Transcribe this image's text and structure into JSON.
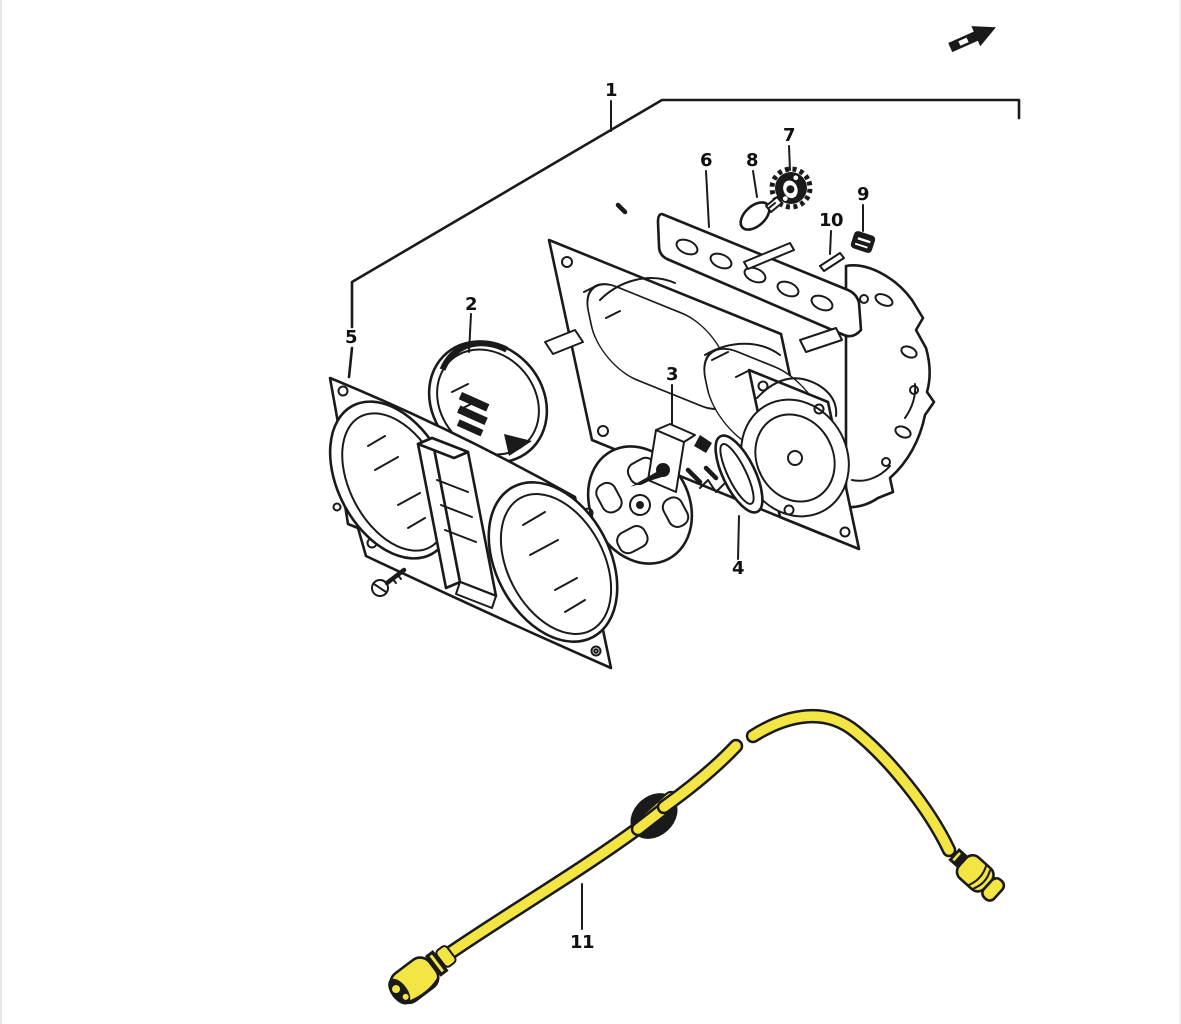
{
  "colors": {
    "background": "#ffffff",
    "ink": "#1a1a1a",
    "cable_yellow": "#f3e544"
  },
  "diagram": {
    "kind": "exploded-parts-diagram",
    "direction_arrow_icon": "direction-arrow",
    "callouts": [
      {
        "label": "1",
        "part": "meter-assembly"
      },
      {
        "label": "2",
        "part": "gauge-dial"
      },
      {
        "label": "3",
        "part": "meter-mechanism"
      },
      {
        "label": "4",
        "part": "small-lens-gasket"
      },
      {
        "label": "5",
        "part": "front-cover"
      },
      {
        "label": "6",
        "part": "upper-bracket-plate"
      },
      {
        "label": "7",
        "part": "bulb-socket"
      },
      {
        "label": "8",
        "part": "bulb"
      },
      {
        "label": "9",
        "part": "nut"
      },
      {
        "label": "10",
        "part": "pin"
      },
      {
        "label": "11",
        "part": "speedometer-cable"
      }
    ]
  }
}
